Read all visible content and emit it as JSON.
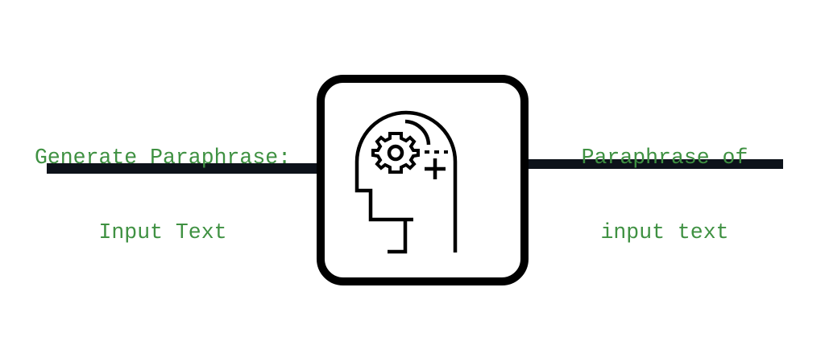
{
  "input_label": {
    "line1": "Generate Paraphrase:",
    "line2": "Input Text"
  },
  "output_label": {
    "line1": "Paraphrase of",
    "line2": "input text"
  },
  "icon": "head-with-gear-icon",
  "colors": {
    "text": "#3f9142",
    "line": "#0d121a",
    "box": "#000000"
  }
}
